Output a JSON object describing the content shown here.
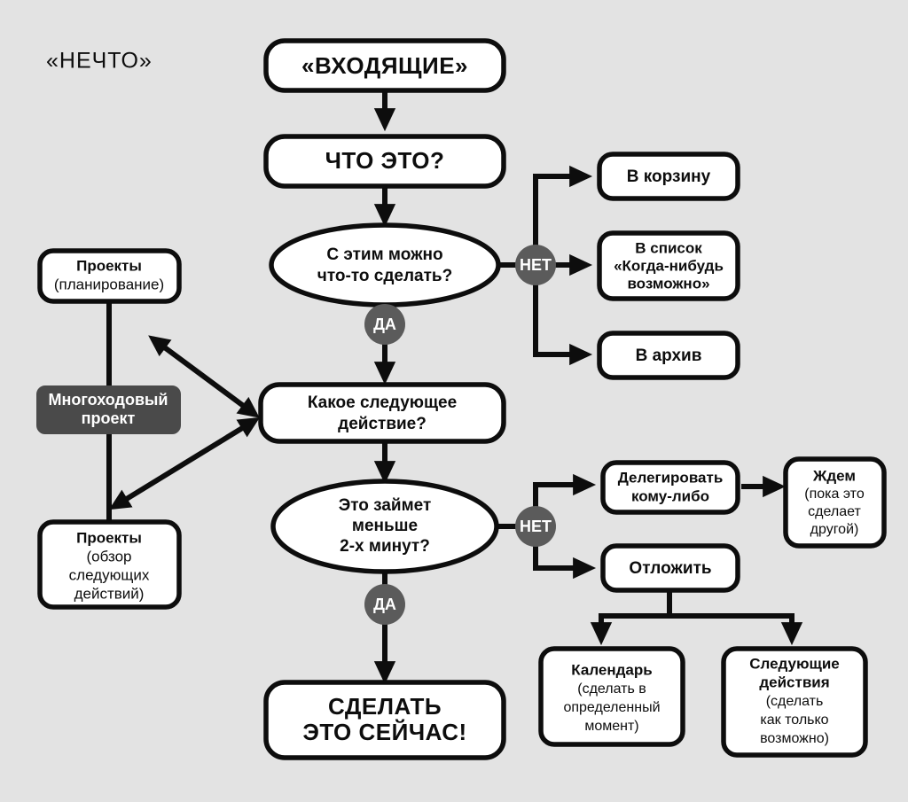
{
  "diagram": {
    "title": "«НЕЧТО»",
    "background_color": "#e3e3e3",
    "line_color": "#0d0d0d",
    "badge_color": "#5b5b5b",
    "dark_box_color": "#4a4a4a"
  },
  "nodes": {
    "inbox": {
      "label": "«ВХОДЯЩИЕ»"
    },
    "what_is_it": {
      "label": "ЧТО ЭТО?"
    },
    "can_do": {
      "line1": "С этим можно",
      "line2": "что-то сделать?"
    },
    "trash": {
      "label": "В корзину"
    },
    "someday": {
      "line1": "В список",
      "line2": "«Когда-нибудь",
      "line3": "возможно»"
    },
    "archive": {
      "label": "В архив"
    },
    "projects_planning": {
      "line1": "Проекты",
      "line2": "(планирование)"
    },
    "multistep": {
      "line1": "Многоходовый",
      "line2": "проект"
    },
    "projects_review": {
      "line1": "Проекты",
      "line2": "(обзор",
      "line3": "следующих",
      "line4": "действий)"
    },
    "next_action": {
      "line1": "Какое следующее",
      "line2": "действие?"
    },
    "two_minutes": {
      "line1": "Это займет",
      "line2": "меньше",
      "line3": "2-х минут?"
    },
    "delegate": {
      "line1": "Делегировать",
      "line2": "кому-либо"
    },
    "waiting": {
      "line1": "Ждем",
      "line2": "(пока это",
      "line3": "сделает",
      "line4": "другой)"
    },
    "postpone": {
      "label": "Отложить"
    },
    "calendar": {
      "line1": "Календарь",
      "line2": "(сделать в",
      "line3": "определенный",
      "line4": "момент)"
    },
    "next_actions_list": {
      "line1": "Следующие",
      "line2": "действия",
      "line3": "(сделать",
      "line4": "как только",
      "line5": "возможно)"
    },
    "do_it_now": {
      "line1": "СДЕЛАТЬ",
      "line2": "ЭТО СЕЙЧАС!"
    }
  },
  "badges": {
    "no_1": "НЕТ",
    "yes_1": "ДА",
    "no_2": "НЕТ",
    "yes_2": "ДА"
  }
}
